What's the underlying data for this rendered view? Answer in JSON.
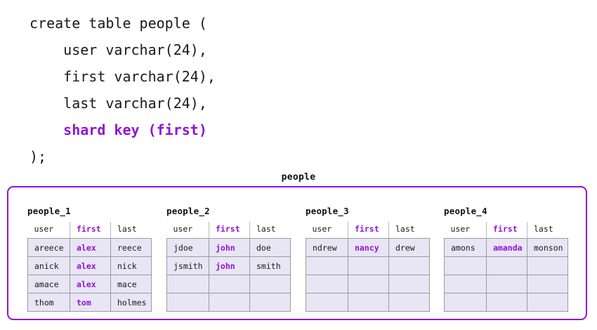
{
  "code": {
    "lines": [
      {
        "text": "create table people (",
        "highlight": false
      },
      {
        "text": "    user varchar(24),",
        "highlight": false
      },
      {
        "text": "    first varchar(24),",
        "highlight": false
      },
      {
        "text": "    last varchar(24),",
        "highlight": false
      },
      {
        "text": "    shard key (first)",
        "highlight": true
      },
      {
        "text": ");",
        "highlight": false
      }
    ]
  },
  "diagram": {
    "title": "people",
    "accent_color": "#9013d6",
    "cell_fill": "#e8e5f5",
    "cell_border": "#9a9aa4",
    "columns": [
      "user",
      "first",
      "last"
    ],
    "shard_key_column": "first",
    "shards": [
      {
        "name": "people_1",
        "rows": [
          {
            "user": "areece",
            "first": "alex",
            "last": "reece"
          },
          {
            "user": "anick",
            "first": "alex",
            "last": "nick"
          },
          {
            "user": "amace",
            "first": "alex",
            "last": "mace"
          },
          {
            "user": "thom",
            "first": "tom",
            "last": "holmes"
          }
        ]
      },
      {
        "name": "people_2",
        "rows": [
          {
            "user": "jdoe",
            "first": "john",
            "last": "doe"
          },
          {
            "user": "jsmith",
            "first": "john",
            "last": "smith"
          },
          {
            "user": "",
            "first": "",
            "last": ""
          },
          {
            "user": "",
            "first": "",
            "last": ""
          }
        ]
      },
      {
        "name": "people_3",
        "rows": [
          {
            "user": "ndrew",
            "first": "nancy",
            "last": "drew"
          },
          {
            "user": "",
            "first": "",
            "last": ""
          },
          {
            "user": "",
            "first": "",
            "last": ""
          },
          {
            "user": "",
            "first": "",
            "last": ""
          }
        ]
      },
      {
        "name": "people_4",
        "rows": [
          {
            "user": "amons",
            "first": "amanda",
            "last": "monson"
          },
          {
            "user": "",
            "first": "",
            "last": ""
          },
          {
            "user": "",
            "first": "",
            "last": ""
          },
          {
            "user": "",
            "first": "",
            "last": ""
          }
        ]
      }
    ]
  }
}
